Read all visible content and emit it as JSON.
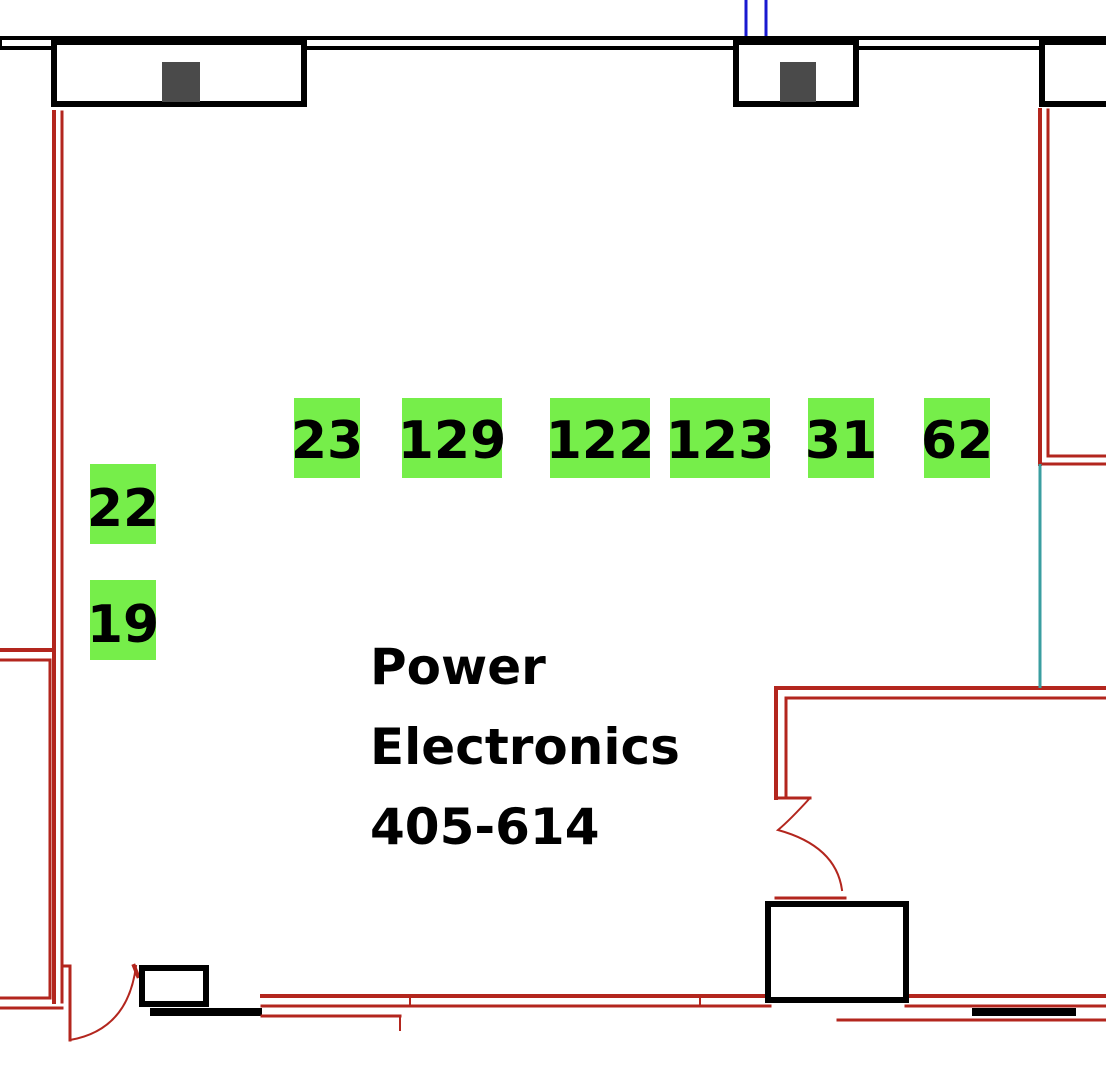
{
  "colors": {
    "wall": "#b3261e",
    "window": "#000000",
    "seat_highlight": "#76ee4a",
    "glass_partition": "#3a9ea0",
    "pipe": "#1a1ad0"
  },
  "room": {
    "name_line1": "Power",
    "name_line2": "Electronics",
    "number": "405-614"
  },
  "seats": [
    {
      "label": "23"
    },
    {
      "label": "129"
    },
    {
      "label": "122"
    },
    {
      "label": "123"
    },
    {
      "label": "31"
    },
    {
      "label": "62"
    },
    {
      "label": "22"
    },
    {
      "label": "19"
    }
  ]
}
